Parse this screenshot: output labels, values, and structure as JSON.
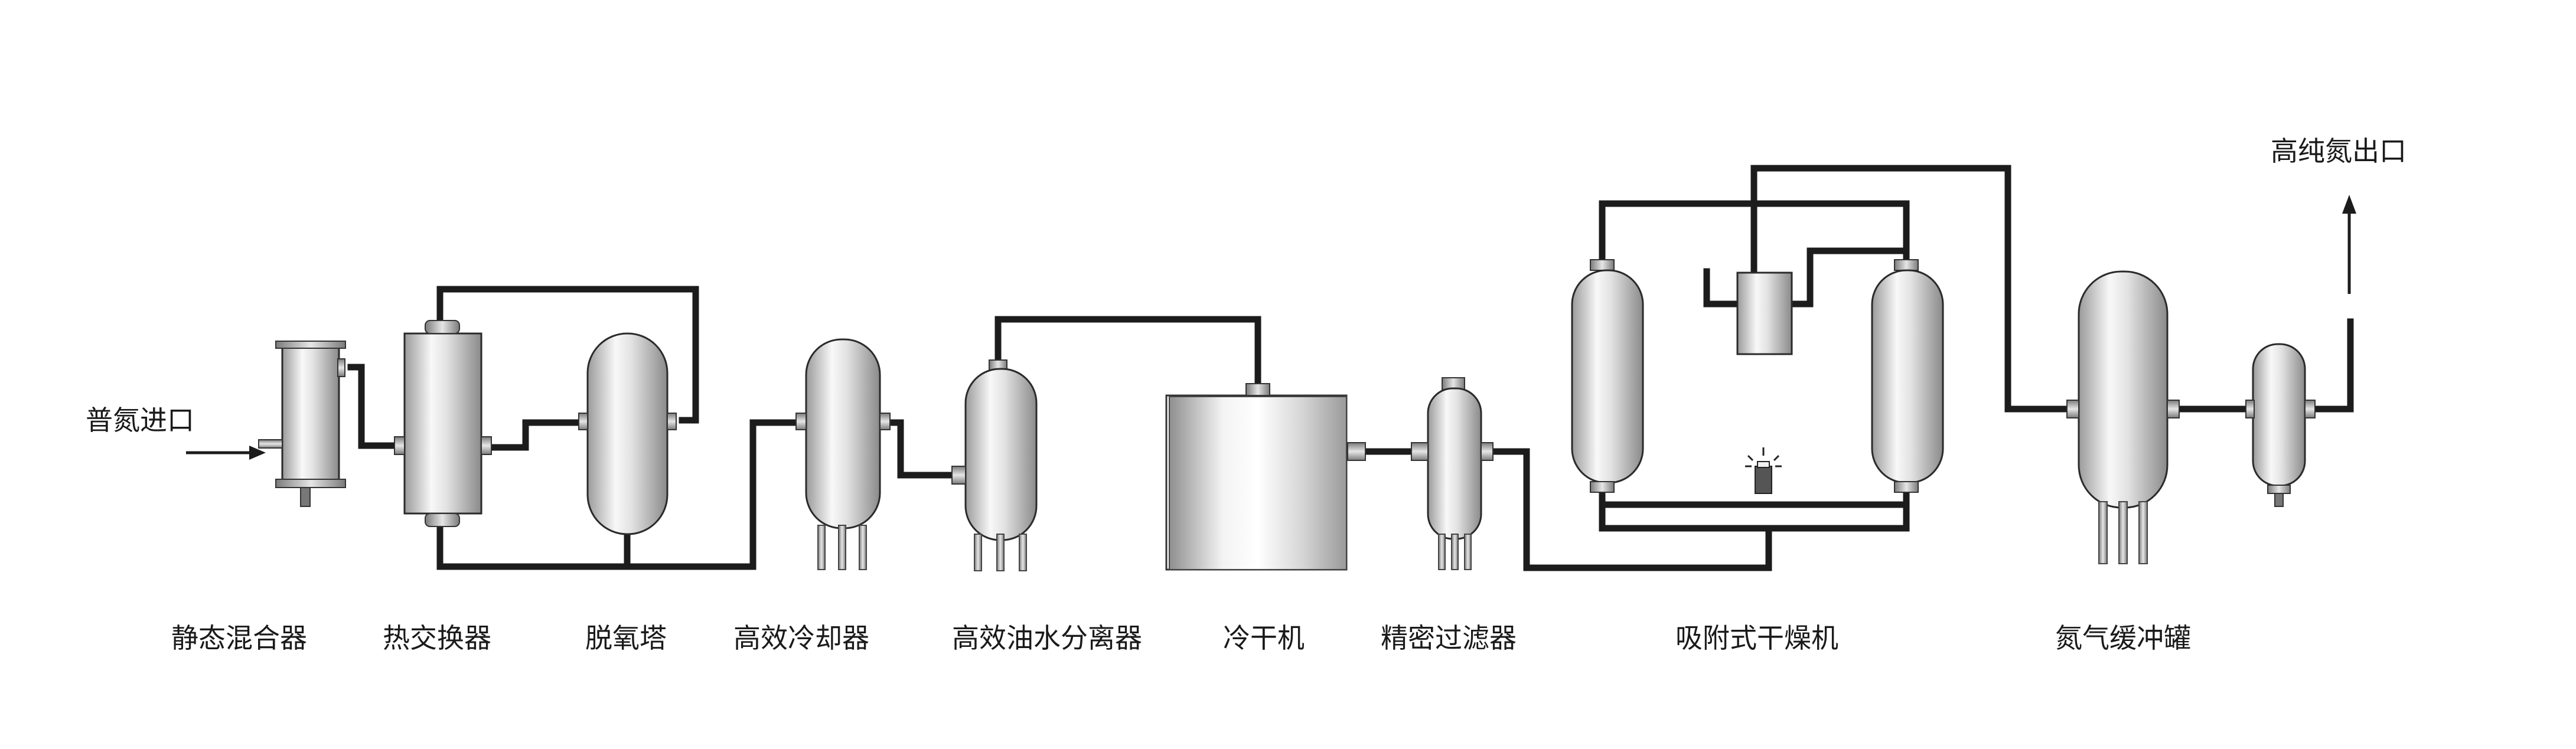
{
  "inlet_label": "普氮进口",
  "outlet_label": "高纯氮出口",
  "equipment_labels": [
    "静态混合器",
    "热交换器",
    "脱氧塔",
    "高效冷却器",
    "高效油水分离器",
    "冷干机",
    "精密过滤器",
    "吸附式干燥机",
    "氮气缓冲罐"
  ],
  "colors": {
    "pipe": "#1c1c1c",
    "vessel_light": "#f7f7f7",
    "vessel_dark": "#8e8e8e"
  }
}
